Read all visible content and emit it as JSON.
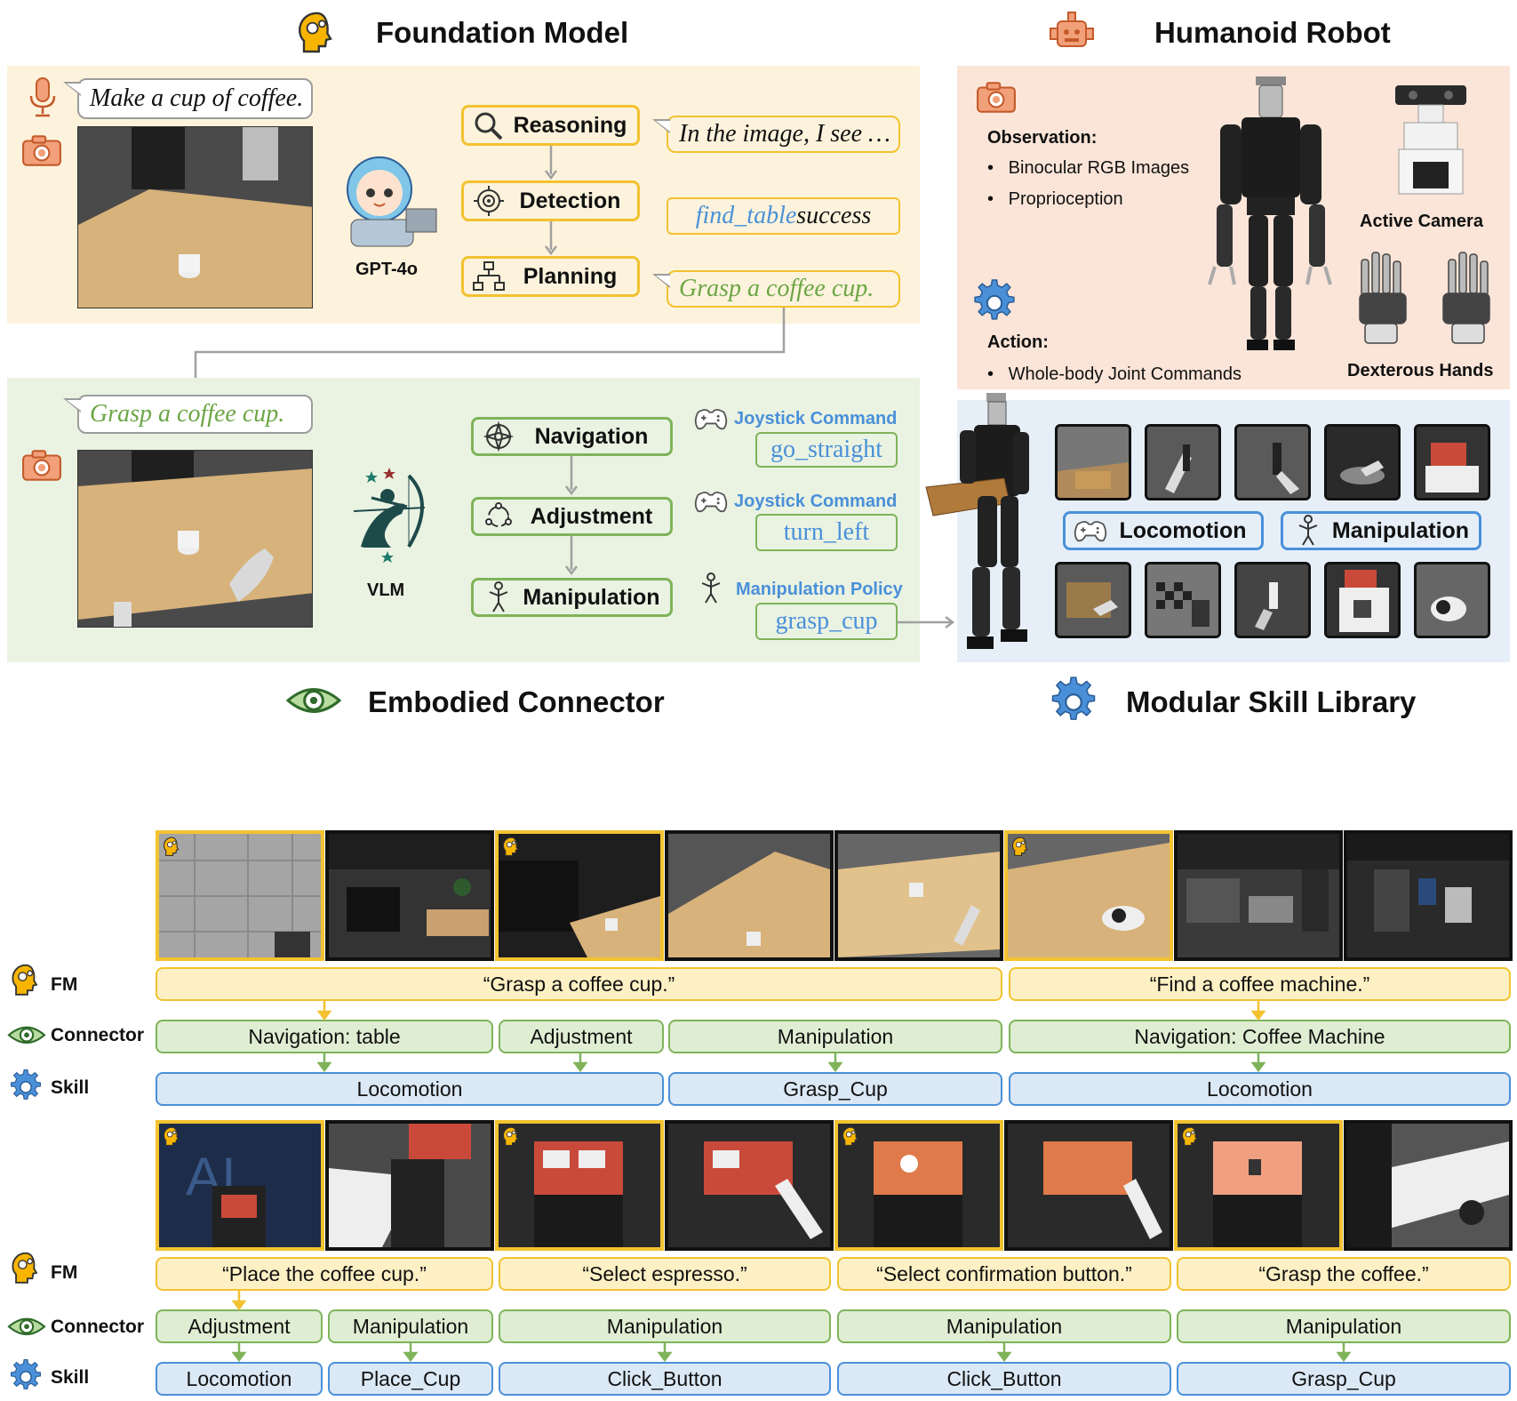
{
  "sections": {
    "foundation_model": "Foundation Model",
    "humanoid_robot": "Humanoid Robot",
    "embodied_connector": "Embodied Connector",
    "skill_library": "Modular Skill Library"
  },
  "fm_panel": {
    "instruction": "Make a cup of coffee.",
    "model_name": "GPT-4o",
    "steps": [
      {
        "label": "Reasoning",
        "output": "In the image, I see …"
      },
      {
        "label": "Detection",
        "output_mono": "find_table",
        "output_tail": " success"
      },
      {
        "label": "Planning",
        "output": "Grasp a coffee cup."
      }
    ]
  },
  "connector_panel": {
    "instruction": "Grasp a coffee cup.",
    "model_name": "VLM",
    "steps": [
      {
        "label": "Navigation",
        "cmd_title": "Joystick Command",
        "cmd": "go_straight"
      },
      {
        "label": "Adjustment",
        "cmd_title": "Joystick Command",
        "cmd": "turn_left"
      },
      {
        "label": "Manipulation",
        "cmd_title": "Manipulation Policy",
        "cmd": "grasp_cup"
      }
    ]
  },
  "robot_panel": {
    "observation_title": "Observation:",
    "observation_items": [
      "Binocular RGB Images",
      "Proprioception"
    ],
    "action_title": "Action:",
    "action_items": [
      "Whole-body Joint Commands"
    ],
    "active_camera": "Active Camera",
    "dexterous_hands": "Dexterous Hands"
  },
  "skill_panel": {
    "locomotion": "Locomotion",
    "manipulation": "Manipulation"
  },
  "row_labels": {
    "fm": "FM",
    "connector": "Connector",
    "skill": "Skill"
  },
  "timeline1": {
    "fm": [
      "“Grasp a coffee cup.”",
      "“Find a coffee machine.”"
    ],
    "connector": [
      "Navigation: table",
      "Adjustment",
      "Manipulation",
      "Navigation: Coffee Machine"
    ],
    "skill": [
      "Locomotion",
      "Grasp_Cup",
      "Locomotion"
    ]
  },
  "timeline2": {
    "fm": [
      "“Place the coffee cup.”",
      "“Select espresso.”",
      "“Select confirmation button.”",
      "“Grasp the coffee.”"
    ],
    "connector": [
      "Adjustment",
      "Manipulation",
      "Manipulation",
      "Manipulation",
      "Manipulation"
    ],
    "skill": [
      "Locomotion",
      "Place_Cup",
      "Click_Button",
      "Click_Button",
      "Grasp_Cup"
    ]
  },
  "colors": {
    "fm_bg": "#fdf3dc",
    "connector_bg": "#eaf3e2",
    "robot_bg": "#fbe5d8",
    "skill_bg": "#e6eff8",
    "yellow": "#f2c230",
    "green": "#7fb35a",
    "blue": "#4a90d9",
    "orange": "#f2a07a"
  }
}
